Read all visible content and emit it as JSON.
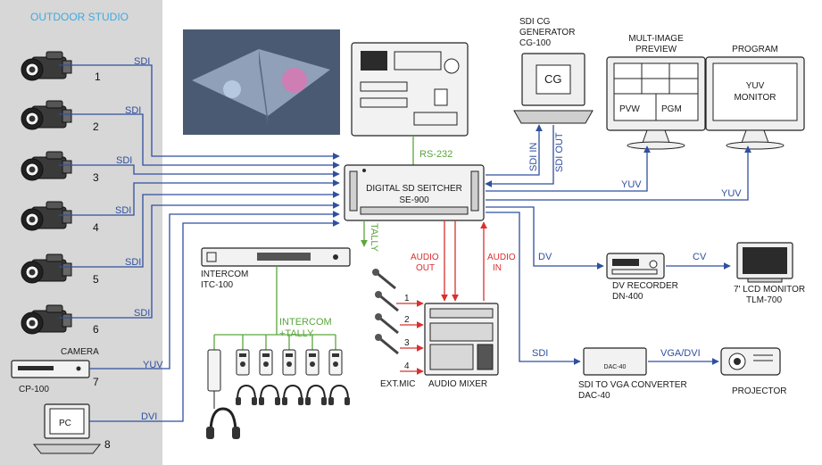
{
  "studio": {
    "title": "OUTDOOR STUDIO"
  },
  "cameras": [
    {
      "number": "1",
      "link": "SDI"
    },
    {
      "number": "2",
      "link": "SDI"
    },
    {
      "number": "3",
      "link": "SDI"
    },
    {
      "number": "4",
      "link": "SDI"
    },
    {
      "number": "5",
      "link": "SDI"
    },
    {
      "number": "6",
      "link": "SDI"
    }
  ],
  "camera_caption": "CAMERA",
  "player": {
    "label": "CP-100",
    "number": "7",
    "link": "YUV"
  },
  "pc": {
    "screen_text": "PC",
    "number": "8",
    "link": "DVI"
  },
  "switcher": {
    "line1": "DIGITAL SD SEITCHER",
    "line2": "SE-900",
    "control": "RS-232",
    "tally": "TALLY"
  },
  "cg": {
    "line1": "SDI CG",
    "line2": "GENERATOR",
    "line3": "CG-100",
    "screen": "CG",
    "in": "SDI IN",
    "out": "SDI OUT"
  },
  "preview": {
    "line1": "MULT-IMAGE",
    "line2": "PREVIEW",
    "pvw": "PVW",
    "pgm": "PGM",
    "link": "YUV"
  },
  "program": {
    "title": "PROGRAM",
    "screen_line1": "YUV",
    "screen_line2": "MONITOR",
    "link": "YUV"
  },
  "intercom": {
    "line1": "INTERCOM",
    "line2": "ITC-100",
    "link_line1": "INTERCOM",
    "link_line2": "+TALLY"
  },
  "audio": {
    "out_line1": "AUDIO",
    "out_line2": "OUT",
    "in_line1": "AUDIO",
    "in_line2": "IN",
    "mixer": "AUDIO MIXER",
    "mic": "EXT.MIC",
    "mic_numbers": [
      "1",
      "2",
      "3",
      "4"
    ]
  },
  "dv": {
    "link": "DV",
    "line1": "DV RECORDER",
    "line2": "DN-400",
    "out": "CV"
  },
  "lcd": {
    "line1": "7' LCD MONITOR",
    "line2": "TLM-700"
  },
  "converter": {
    "link": "SDI",
    "line1": "SDI TO VGA CONVERTER",
    "line2": "DAC-40",
    "badge": "DAC-40",
    "out": "VGA/DVI"
  },
  "projector": {
    "label": "PROJECTOR"
  },
  "colors": {
    "signal": "#2f4f9f",
    "intercom": "#5aa63c",
    "audio": "#d93030",
    "studio_bg": "#d7d7d7",
    "title": "#3fa9e0"
  }
}
